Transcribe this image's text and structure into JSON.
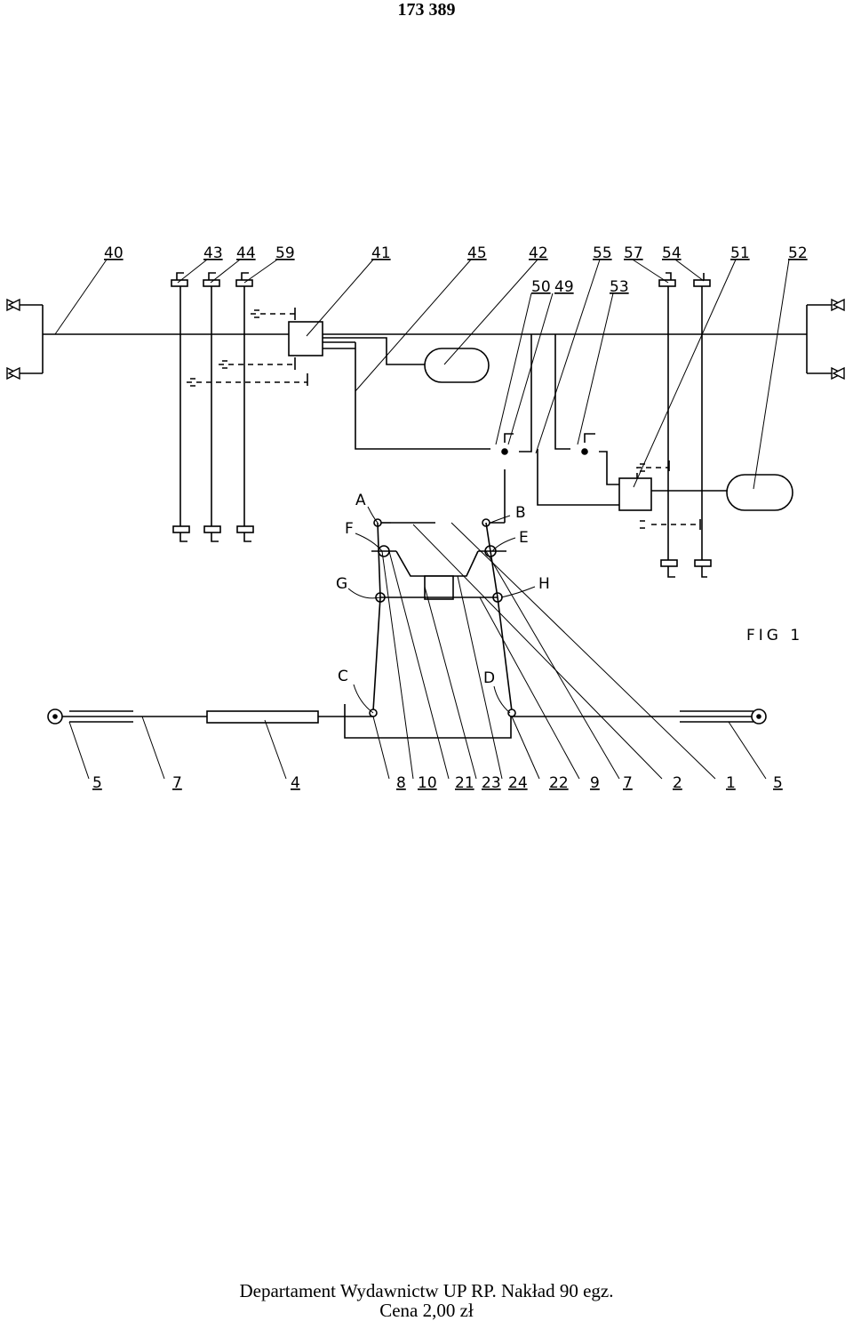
{
  "header": {
    "page_number": "173 389"
  },
  "figure": {
    "caption": "FIG 1",
    "labels": {
      "l40": "40",
      "l43": "43",
      "l44": "44",
      "l59": "59",
      "l41": "41",
      "l45": "45",
      "l42": "42",
      "l55": "55",
      "l57": "57",
      "l54": "54",
      "l51": "51",
      "l52": "52",
      "l50": "50",
      "l49": "49",
      "l53": "53",
      "A": "A",
      "B": "B",
      "C": "C",
      "D": "D",
      "E": "E",
      "F": "F",
      "G": "G",
      "H": "H",
      "b5a": "5",
      "b7a": "7",
      "b4": "4",
      "b8": "8",
      "b10": "10",
      "b21": "21",
      "b23": "23",
      "b24": "24",
      "b22": "22",
      "b9": "9",
      "b7b": "7",
      "b2": "2",
      "b1": "1",
      "b5b": "5"
    }
  },
  "footer": {
    "line1": "Departament Wydawnictw UP RP. Nakład 90 egz.",
    "line2": "Cena 2,00 zł"
  }
}
